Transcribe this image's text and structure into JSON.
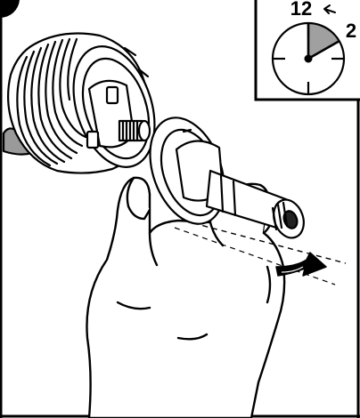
{
  "colors": {
    "background": "#ffffff",
    "line": "#000000",
    "clock_sector": "#a0a0a0",
    "panel": "#ffffff"
  },
  "clock": {
    "label_start": "12",
    "label_end": "2",
    "sector_icon": "rotation-sector-icon",
    "arrow_icon": "counterclockwise-arrow-icon"
  },
  "icons": {
    "step_badge": "black-step-badge",
    "rotation_arrow": "curved-rotation-arrow-icon"
  }
}
